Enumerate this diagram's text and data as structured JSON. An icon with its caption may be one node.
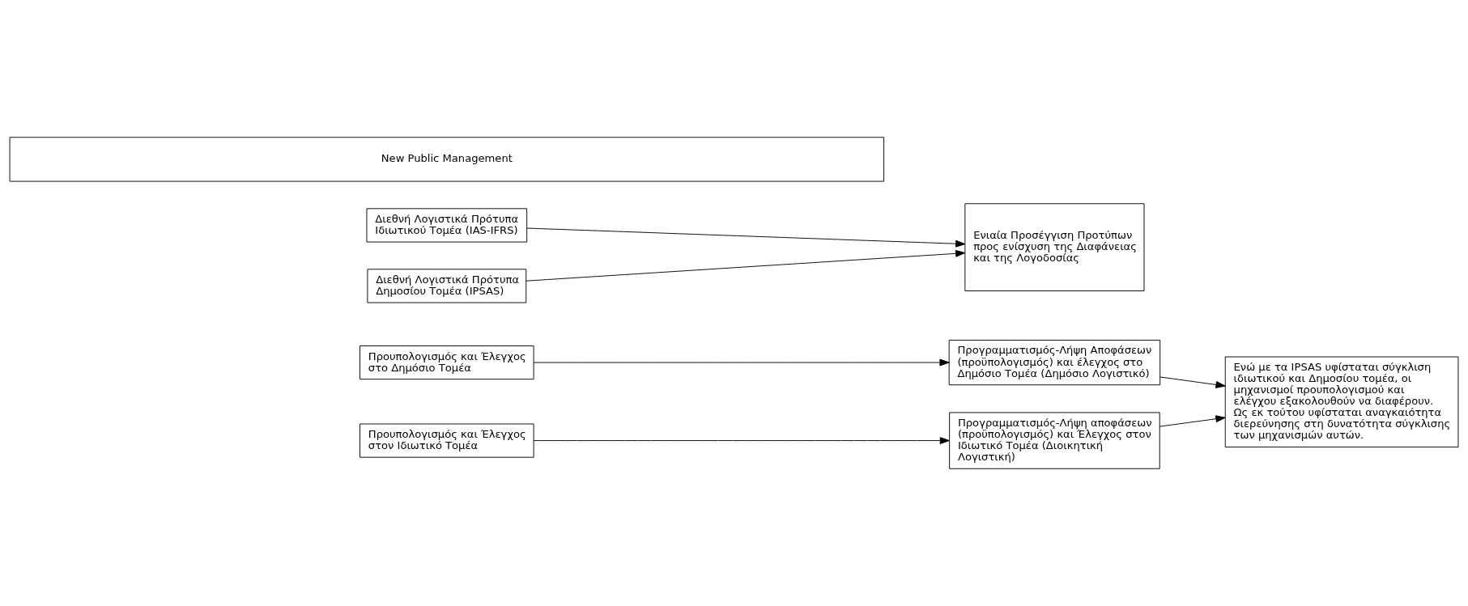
{
  "diagram": {
    "nodes": [
      {
        "text": [
          "Προυπολογισμός και Έλεγχος στο Δημόσιο Τομέα"
        ]
      },
      {
        "text": [
          "Προγραμματισμός-Λήψη Αποφάσεων (προϋπολογισμός) και έλεγχος στο Δημόσιο Τομέα (Δημόσιο Λογιστικό)"
        ]
      },
      {
        "text": [
          "Ενώ με τα IPSAS υφίσταται σύγκλιση ιδιωτικού και Δημοσίου τομέα, οι μηχανισμοί προυπολογισμού και ελέγχου εξακολουθούν να διαφέρουν. Ως εκ τούτου υφίσταται αναγκαιότητα διερεύνησης στη δυνατότητα σύγκλισης των μηχανισμών αυτών."
        ]
      },
      {
        "text": [
          "Προυπολογισμός και Έλεγχος στον Ιδιωτικό Τομέα"
        ]
      },
      {
        "text": [
          "Προγραμματισμός-Λήψη αποφάσεων (προϋπολογισμός) και Έλεγχος στον Ιδιωτικό Τομέα (Διοικητική Λογιστική)"
        ]
      },
      {
        "text": [
          "Διεθνή Λογιστικά Πρότυπα Ιδιωτικού Τομέα (IAS-IFRS)"
        ]
      },
      {
        "text": [
          "Ενιαία Προσέγγιση Προτύπων προς ενίσχυση της Διαφάνειας και της Λογοδοσίας"
        ]
      },
      {
        "text": [
          "Διεθνή Λογιστικά Πρότυπα Δημοσίου Τομέα (IPSAS)"
        ]
      },
      {
        "text": [
          "New Public Management"
        ]
      }
    ],
    "edges": [
      {
        "from": 0,
        "to": 1,
        "arrow": "to"
      },
      {
        "from": 1,
        "to": 2,
        "arrow": "to"
      },
      {
        "from": 3,
        "to": 4,
        "arrow": "to"
      },
      {
        "from": 4,
        "to": 2,
        "arrow": "to"
      },
      {
        "from": 5,
        "to": 6,
        "arrow": "to"
      },
      {
        "from": 7,
        "to": 6,
        "arrow": "to"
      }
    ]
  }
}
